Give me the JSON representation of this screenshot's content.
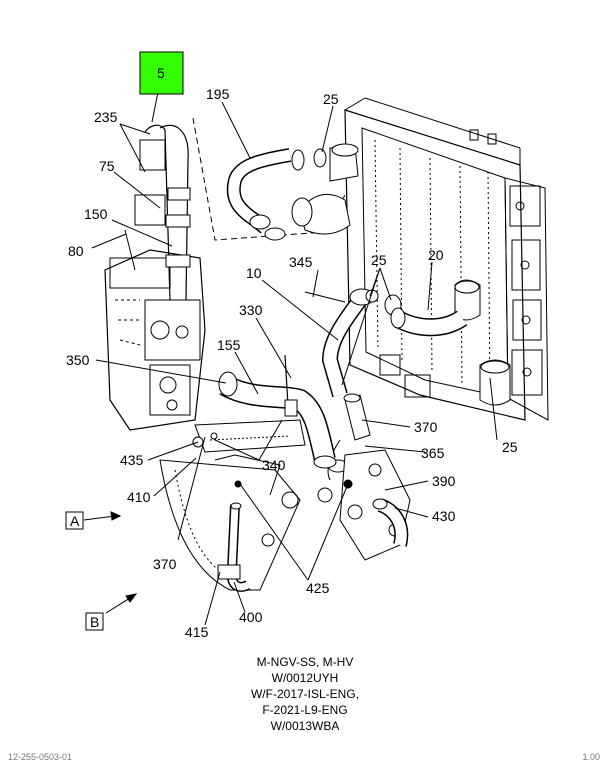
{
  "highlight": {
    "label": "5",
    "color": "#33ff00"
  },
  "callouts": {
    "c235": "235",
    "c75": "75",
    "c150": "150",
    "c80": "80",
    "c195": "195",
    "c25a": "25",
    "c10": "10",
    "c345": "345",
    "c25b": "25",
    "c20": "20",
    "c330": "330",
    "c155": "155",
    "c350": "350",
    "c370a": "370",
    "c25c": "25",
    "c435": "435",
    "c340": "340",
    "c365": "365",
    "c410": "410",
    "c390": "390",
    "c430": "430",
    "c370b": "370",
    "c425": "425",
    "c415": "415",
    "c400": "400"
  },
  "view_labels": {
    "a": "A",
    "b": "B"
  },
  "notes": [
    "M-NGV-SS, M-HV",
    "W/0012UYH",
    "W/F-2017-ISL-ENG,",
    "F-2021-L9-ENG",
    "W/0013WBA"
  ],
  "footer": {
    "left": "12-255-0503-01",
    "right": "1.00"
  }
}
